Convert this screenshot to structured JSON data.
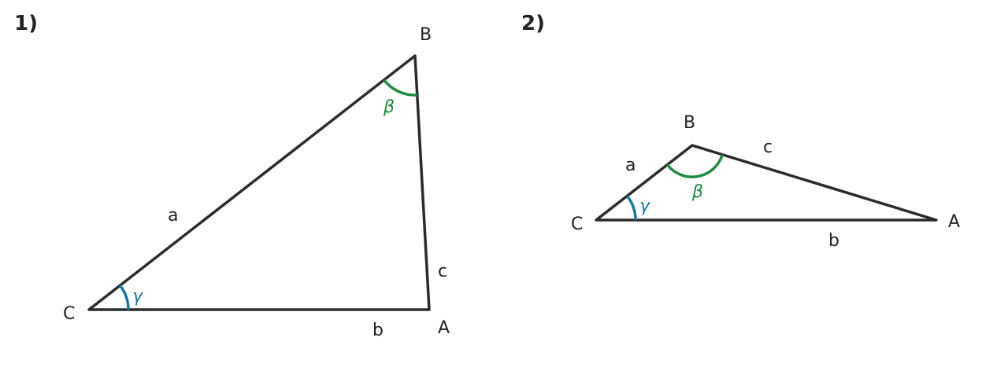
{
  "colors": {
    "line": "#2b2b2b",
    "text": "#222222",
    "beta": "#1e8b3e",
    "gamma": "#1578a8"
  },
  "triangles": [
    {
      "number": "1)",
      "vertices": {
        "A": "A",
        "B": "B",
        "C": "C"
      },
      "sides": {
        "a": "a",
        "b": "b",
        "c": "c"
      },
      "angles": {
        "beta": "β",
        "gamma": "γ"
      }
    },
    {
      "number": "2)",
      "vertices": {
        "A": "A",
        "B": "B",
        "C": "C"
      },
      "sides": {
        "a": "a",
        "b": "b",
        "c": "c"
      },
      "angles": {
        "beta": "β",
        "gamma": "γ"
      }
    }
  ]
}
